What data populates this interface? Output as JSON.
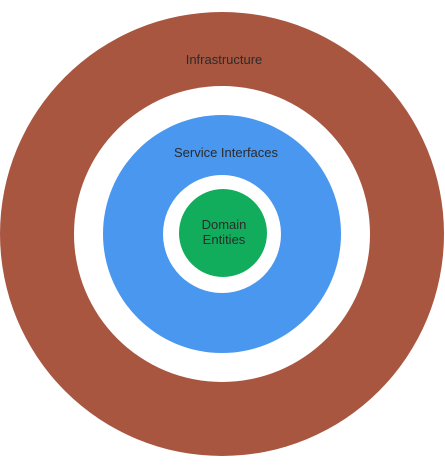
{
  "diagram": {
    "layers": [
      {
        "id": "infrastructure",
        "label": "Infrastructure",
        "color": "#a85640"
      },
      {
        "id": "gap-1",
        "label": "",
        "color": "#ffffff"
      },
      {
        "id": "service-interfaces",
        "label": "Service Interfaces",
        "color": "#4a97f0"
      },
      {
        "id": "gap-2",
        "label": "",
        "color": "#ffffff"
      },
      {
        "id": "domain-entities",
        "label": "Domain",
        "label_line2": "Entities",
        "color": "#11ad5c"
      }
    ]
  }
}
